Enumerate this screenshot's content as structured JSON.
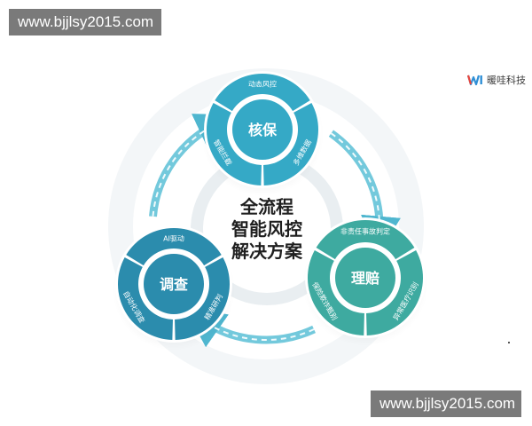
{
  "watermark": {
    "top": "www.bjjlsy2015.com",
    "bottom": "www.bjjlsy2015.com"
  },
  "logo": {
    "text": "暖哇科技",
    "icon": "wave-logo-icon",
    "colors": [
      "#e8453c",
      "#2f8fd6"
    ]
  },
  "center": {
    "lines": [
      "全流程",
      "智能风控",
      "解决方案"
    ]
  },
  "nodes": {
    "hebao": {
      "title": "核保",
      "labels": [
        "动态风控",
        "多维数据",
        "智能拦截"
      ],
      "color": "#35a9c6"
    },
    "lipei": {
      "title": "理赔",
      "labels": [
        "非责任事故判定",
        "异常医疗识别",
        "保险欺诈甄别"
      ],
      "color": "#3eaaa0"
    },
    "diaocha": {
      "title": "调查",
      "labels": [
        "AI驱动",
        "精准研判",
        "自动化调查"
      ],
      "color": "#2b8cad"
    }
  },
  "colors": {
    "arrow": "#5bc0d6",
    "ring": "#eef2f4",
    "centerText": "#1f1f1f"
  }
}
